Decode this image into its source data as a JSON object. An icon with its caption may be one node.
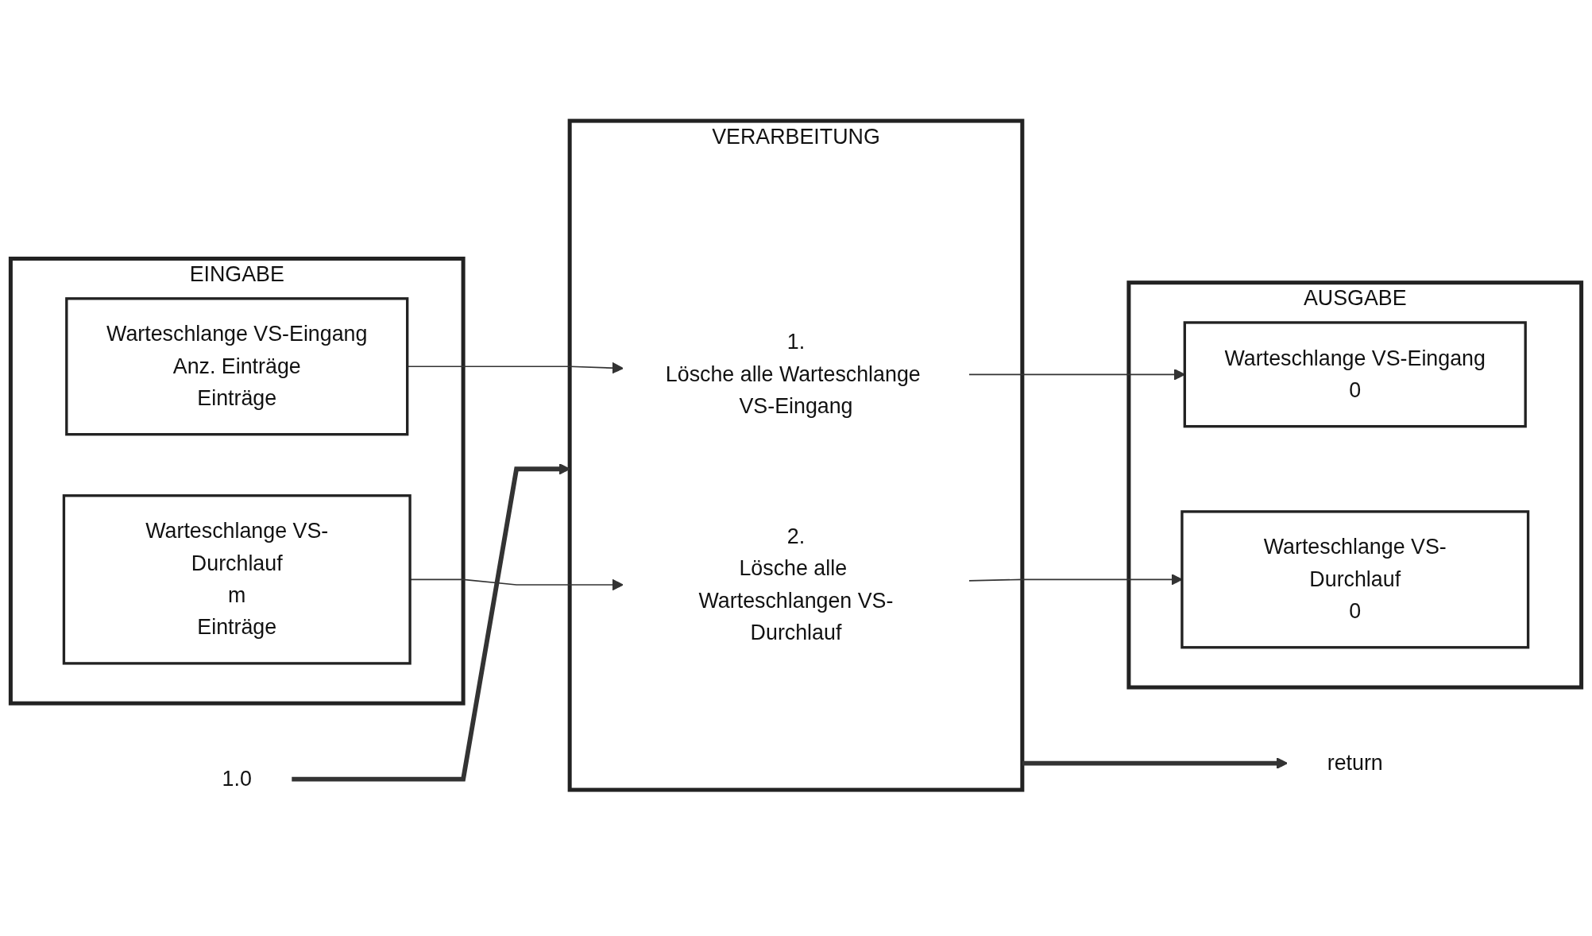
{
  "diagram": {
    "nodes": [
      {
        "text": [
          "EINGABE"
        ]
      },
      {
        "text": [
          "Warteschlange VS-Eingang",
          "Anz. Einträge",
          "Einträge"
        ],
        "in": 0
      },
      {
        "text": [
          "Warteschlange VS-Durchlauf",
          "m",
          "Einträge"
        ],
        "in": 0
      },
      {
        "text": [
          "VERARBEITUNG"
        ]
      },
      {
        "text": [
          "1.",
          "Lösche alle Warteschlange VS-Eingang"
        ],
        "in": 3
      },
      {
        "text": [
          "2.",
          "Lösche alle Warteschlangen VS-Durchlauf"
        ],
        "in": 3
      },
      {
        "text": [
          "AUSGABE"
        ]
      },
      {
        "text": [
          "Warteschlange VS-Eingang",
          "0"
        ],
        "in": 6
      },
      {
        "text": [
          "Warteschlange VS-Durchlauf",
          "0"
        ],
        "in": 6
      },
      {
        "text": [
          "1.0"
        ]
      },
      {
        "text": [
          "return"
        ]
      }
    ],
    "edges": [
      {
        "from": 1,
        "to": 4,
        "arrow": "to"
      },
      {
        "from": 2,
        "to": 5,
        "arrow": "to"
      },
      {
        "from": 4,
        "to": 7,
        "arrow": "to"
      },
      {
        "from": 5,
        "to": 8,
        "arrow": "to"
      },
      {
        "from": 9,
        "to": 3,
        "arrow": "to",
        "style": "thick"
      },
      {
        "from": 3,
        "to": 10,
        "arrow": "to",
        "style": "thick"
      }
    ]
  }
}
